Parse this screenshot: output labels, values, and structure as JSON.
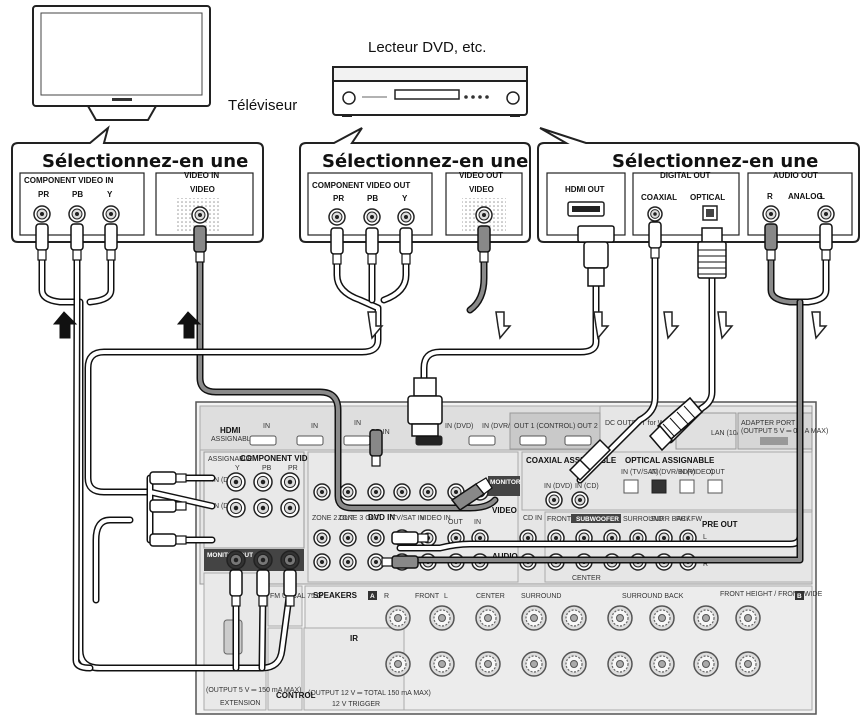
{
  "devices": {
    "dvd_label": "Lecteur DVD, etc.",
    "tv_label": "Téléviseur"
  },
  "panels": {
    "tv": {
      "title": "Sélectionnez-en une",
      "component_label": "COMPONENT VIDEO IN",
      "video_header": "VIDEO IN",
      "video_label": "VIDEO",
      "jacks": [
        "PR",
        "PB",
        "Y"
      ]
    },
    "dvd": {
      "title": "Sélectionnez-en une",
      "component_label": "COMPONENT VIDEO OUT",
      "video_header": "VIDEO OUT",
      "video_label": "VIDEO",
      "jacks": [
        "PR",
        "PB",
        "Y"
      ]
    },
    "audio": {
      "title": "Sélectionnez-en une",
      "hdmi_label": "HDMI OUT",
      "digital_header": "DIGITAL OUT",
      "coaxial_label": "COAXIAL",
      "optical_label": "OPTICAL",
      "audio_header": "AUDIO OUT",
      "analog_label": "ANALOG",
      "r_label": "R",
      "l_label": "L"
    }
  },
  "receiver": {
    "hdmi_title": "HDMI",
    "hdmi_assignable": "ASSIGNABLE",
    "hdmi_inputs": [
      "IN",
      "IN",
      "IN",
      "BD IN",
      "IN (DVD)",
      "IN (DVR/BDR)"
    ],
    "hdmi_out": "OUT 1 (CONTROL)  OUT 2",
    "dc_out": "DC OUTPUT for WIRELESS LAN",
    "lan": "LAN (10/100)",
    "adapter_port": "ADAPTER PORT",
    "adapter_output": "(OUTPUT 5 V ═ 0.1 A MAX)",
    "assignable": "ASSIGNABLE",
    "component_video": "COMPONENT VIDEO",
    "comp_jacks": [
      "Y",
      "PB",
      "PR"
    ],
    "in_dvd": "IN (DVD)",
    "in_dvr": "IN (DVR)",
    "monitor_out": "MONITOR OUT",
    "monitor_out_video": "MONITOR OUT",
    "video": "VIDEO",
    "audio": "AUDIO",
    "coaxial_assign": "COAXIAL ASSIGNABLE",
    "coax_in_dvd": "IN (DVD)",
    "coax_in_cd": "IN (CD)",
    "optical_assign": "OPTICAL ASSIGNABLE",
    "opt_in_tvsat": "IN (TV/SAT)",
    "opt_in_dvr": "IN (DVR/BDR)",
    "opt_in_video": "IN (VIDEO)",
    "opt_out": "OUT",
    "zone2_out": "ZONE 2 OUT",
    "zone3_out": "ZONE 3 OUT",
    "dvd_in": "DVD IN",
    "tvsat_in": "TV/SAT IN",
    "video_in": "VIDEO IN",
    "out": "OUT",
    "in": "IN",
    "cd_in": "CD IN",
    "front": "FRONT",
    "subwoofer": "SUBWOOFER",
    "surround": "SURROUND",
    "surr_back": "SURR BACK",
    "fh_fw": "FH / FW",
    "pre_out": "PRE OUT",
    "center": "CENTER",
    "speakers": "SPEAKERS",
    "sp_a": "A",
    "sp_b": "B",
    "sp_front": "FRONT",
    "sp_center": "CENTER",
    "sp_surround": "SURROUND",
    "sp_surround_back": "SURROUND BACK",
    "sp_front_height": "FRONT HEIGHT / FRONT WIDE",
    "sp_r": "R",
    "sp_l": "L",
    "fm": "FM UNBAL 75 Ω",
    "ir": "IR",
    "control": "CONTROL",
    "trigger_out": "(OUTPUT 12 V ═ TOTAL 150 mA MAX)",
    "trigger": "12 V TRIGGER",
    "extension_out": "(OUTPUT 5 V ═ 150 mA MAX)",
    "extension": "EXTENSION",
    "l_label": "L",
    "r_label": "R"
  },
  "colors": {
    "outline": "#222222",
    "receiver_face": "#e9e9e9",
    "receiver_dark": "#444444",
    "cable_white": "#ffffff",
    "cable_gray": "#8a8a8a"
  }
}
